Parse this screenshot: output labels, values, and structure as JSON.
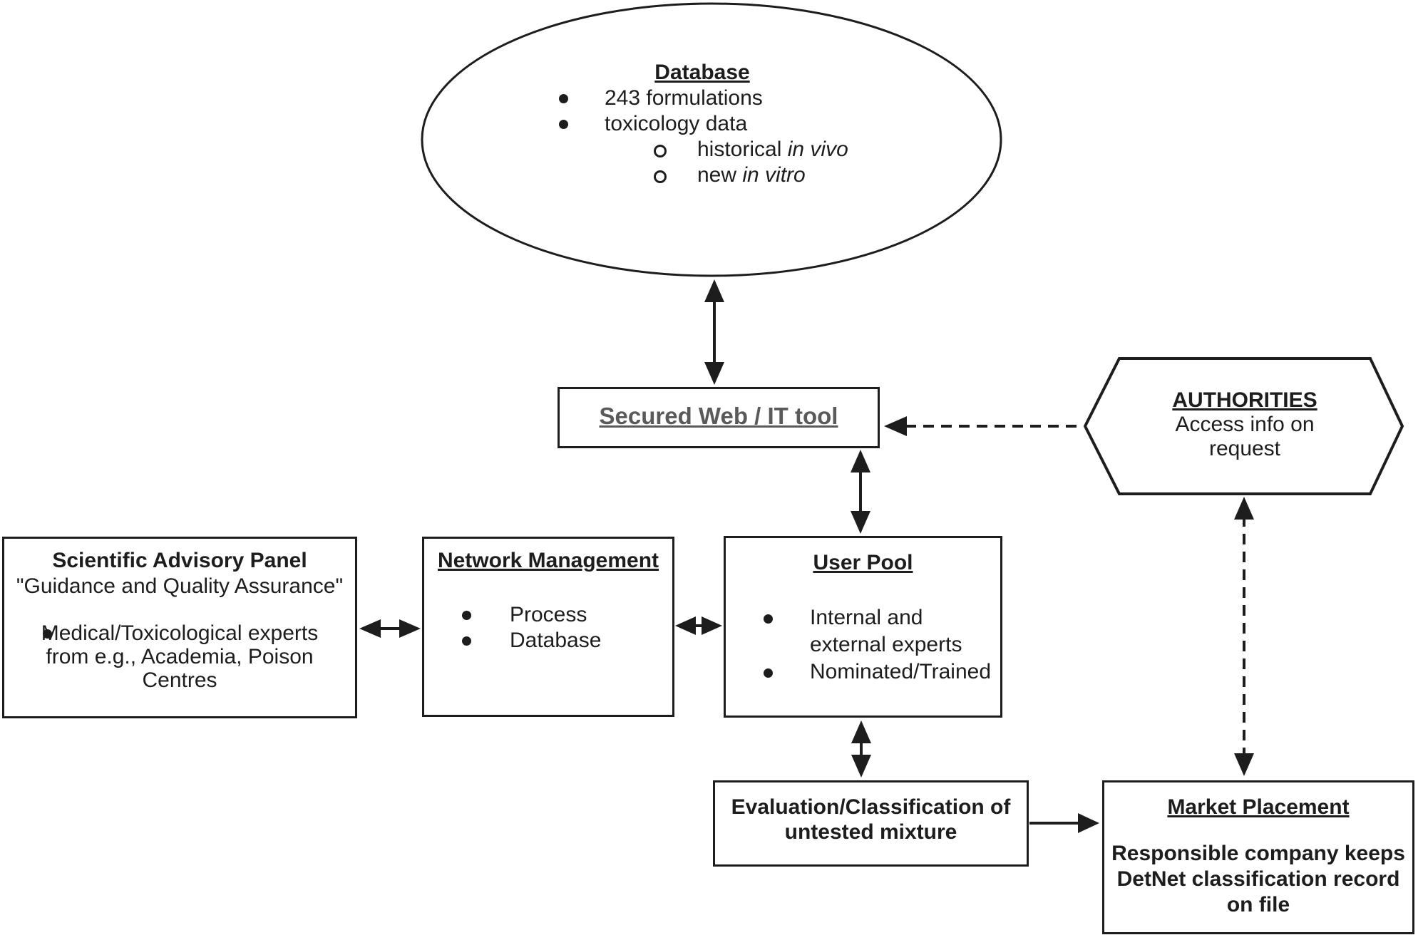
{
  "colors": {
    "ink": "#1d1d1d",
    "secured_web_title": "#5a5a5a",
    "background": "#ffffff"
  },
  "database": {
    "title": "Database",
    "bullets": [
      "243 formulations",
      "toxicology data"
    ],
    "sub_bullets": [
      {
        "prefix": "historical ",
        "italic": "in vivo"
      },
      {
        "prefix": "new ",
        "italic": "in vitro"
      }
    ]
  },
  "secured_web": {
    "title": "Secured Web / IT tool"
  },
  "authorities": {
    "title": "AUTHORITIES",
    "lines": [
      "Access info on",
      "request"
    ]
  },
  "advisory_panel": {
    "title": "Scientific Advisory Panel",
    "subtitle": "\"Guidance and Quality Assurance\"",
    "bullet_lines": [
      "Medical/Toxicological experts",
      "from e.g., Academia, Poison",
      "Centres"
    ]
  },
  "network_management": {
    "title": "Network Management",
    "bullets": [
      "Process",
      "Database"
    ]
  },
  "user_pool": {
    "title": "User Pool",
    "bullet1_lines": [
      "Internal and",
      "external experts"
    ],
    "bullet2": "Nominated/Trained"
  },
  "evaluation": {
    "lines": [
      "Evaluation/Classification of",
      "untested mixture"
    ]
  },
  "market_placement": {
    "title": "Market Placement",
    "lines": [
      "Responsible company keeps",
      "DetNet classification record",
      "on file"
    ]
  }
}
